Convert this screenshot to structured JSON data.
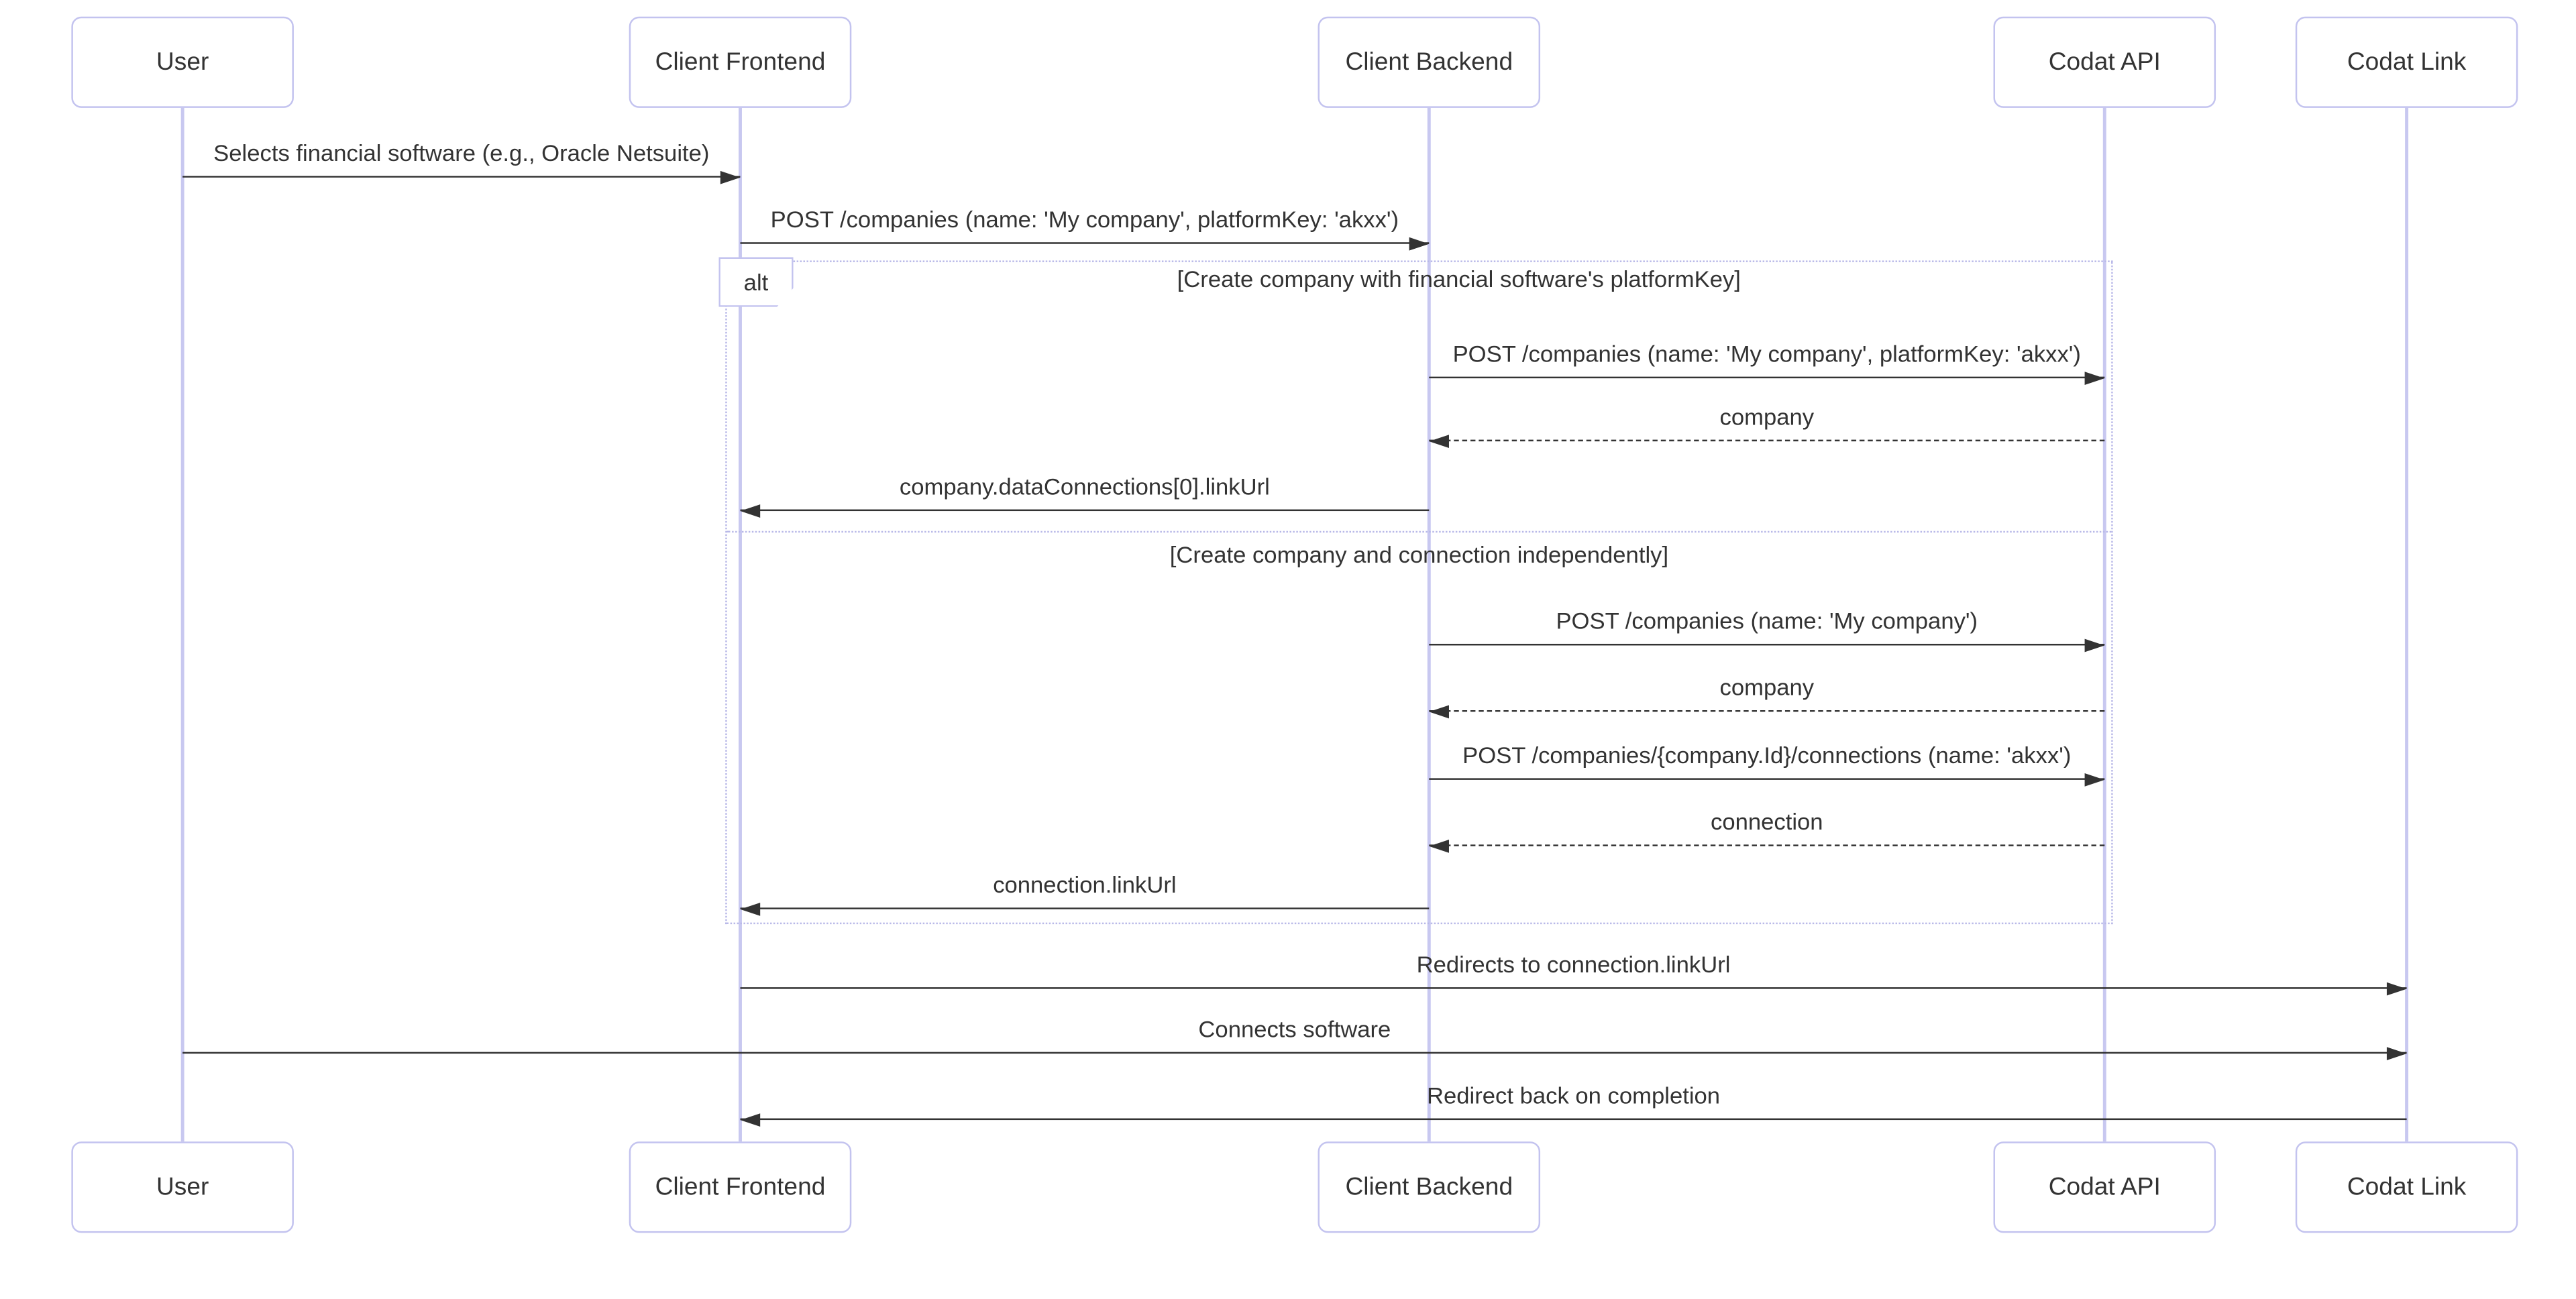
{
  "diagram_type": "sequence",
  "actors": [
    "User",
    "Client Frontend",
    "Client Backend",
    "Codat API",
    "Codat Link"
  ],
  "alt": {
    "label": "alt",
    "sections": [
      {
        "title": "[Create company with financial software's platformKey]"
      },
      {
        "title": "[Create company and connection independently]"
      }
    ]
  },
  "messages": [
    {
      "from": "User",
      "to": "Client Frontend",
      "text": "Selects financial software (e.g., Oracle Netsuite)",
      "line": "solid"
    },
    {
      "from": "Client Frontend",
      "to": "Client Backend",
      "text": "POST /companies (name: 'My company', platformKey: 'akxx')",
      "line": "solid"
    },
    {
      "from": "Client Backend",
      "to": "Codat API",
      "text": "POST /companies (name: 'My company', platformKey: 'akxx')",
      "line": "solid"
    },
    {
      "from": "Codat API",
      "to": "Client Backend",
      "text": "company",
      "line": "dashed"
    },
    {
      "from": "Client Backend",
      "to": "Client Frontend",
      "text": "company.dataConnections[0].linkUrl",
      "line": "solid"
    },
    {
      "from": "Client Backend",
      "to": "Codat API",
      "text": "POST /companies (name: 'My company')",
      "line": "solid"
    },
    {
      "from": "Codat API",
      "to": "Client Backend",
      "text": "company",
      "line": "dashed"
    },
    {
      "from": "Client Backend",
      "to": "Codat API",
      "text": "POST /companies/{company.Id}/connections (name: 'akxx')",
      "line": "solid"
    },
    {
      "from": "Codat API",
      "to": "Client Backend",
      "text": "connection",
      "line": "dashed"
    },
    {
      "from": "Client Backend",
      "to": "Client Frontend",
      "text": "connection.linkUrl",
      "line": "solid"
    },
    {
      "from": "Client Frontend",
      "to": "Codat Link",
      "text": "Redirects to connection.linkUrl",
      "line": "solid"
    },
    {
      "from": "User",
      "to": "Codat Link",
      "text": "Connects software",
      "line": "solid"
    },
    {
      "from": "Codat Link",
      "to": "Client Frontend",
      "text": "Redirect back on completion",
      "line": "solid"
    }
  ],
  "colors": {
    "lifeline": "#c8c8f0",
    "actor_border": "#c3c3ef",
    "frame_border": "#b9b9e8",
    "line": "#333333",
    "text": "#333333",
    "background": "#ffffff"
  }
}
